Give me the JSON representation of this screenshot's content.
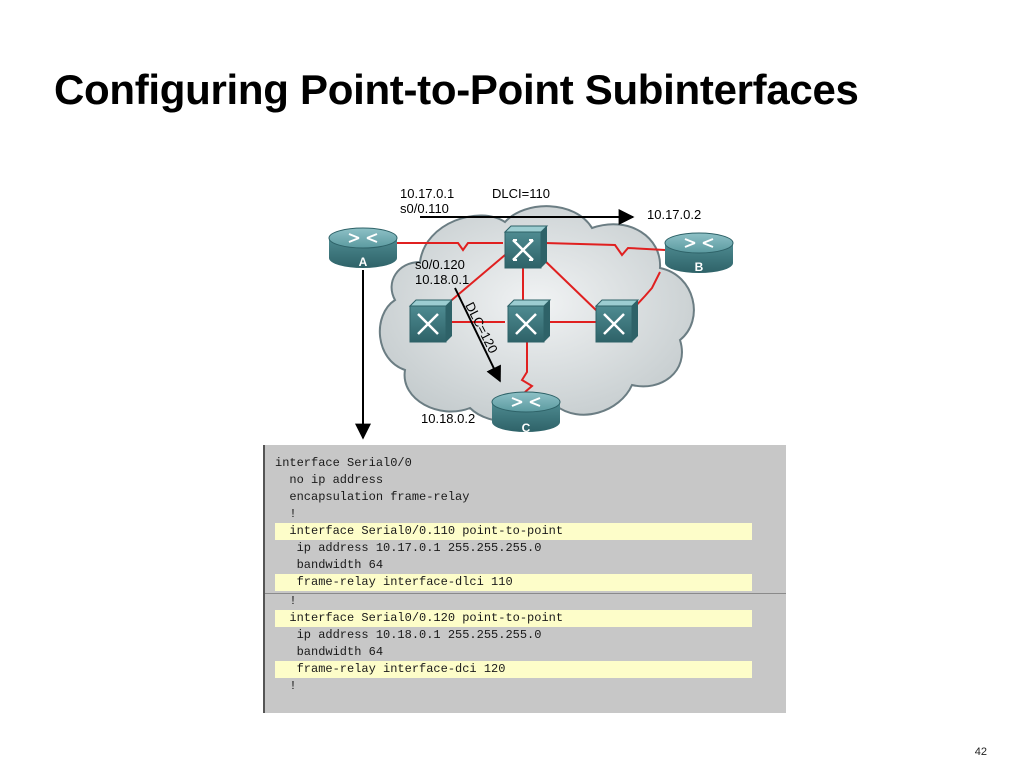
{
  "slide": {
    "title": "Configuring Point-to-Point Subinterfaces",
    "page_number": "42"
  },
  "diagram": {
    "labels": {
      "a_ip": "10.17.0.1",
      "a_sub_110": "s0/0.110",
      "dlci_110": "DLCI=110",
      "b_ip": "10.17.0.2",
      "a_sub_120": "s0/0.120",
      "a_ip_120": "10.18.0.1",
      "dlci_120": "DLC=120",
      "c_ip": "10.18.0.2"
    },
    "routers": {
      "a": "A",
      "b": "B",
      "c": "C"
    },
    "colors": {
      "cloud_fill": "#d5dadb",
      "cloud_stroke": "#6b7d83",
      "device_fill": "#4e8b91",
      "link": "#e02020",
      "arrow": "#000000"
    }
  },
  "config": {
    "lines": [
      "interface Serial0/0",
      "  no ip address",
      "  encapsulation frame-relay",
      "  !",
      "  interface Serial0/0.110 point-to-point",
      "   ip address 10.17.0.1 255.255.255.0",
      "   bandwidth 64",
      "   frame-relay interface-dlci 110",
      "  !",
      "  interface Serial0/0.120 point-to-point",
      "   ip address 10.18.0.1 255.255.255.0",
      "   bandwidth 64",
      "   frame-relay interface-dci 120",
      "  !"
    ]
  }
}
